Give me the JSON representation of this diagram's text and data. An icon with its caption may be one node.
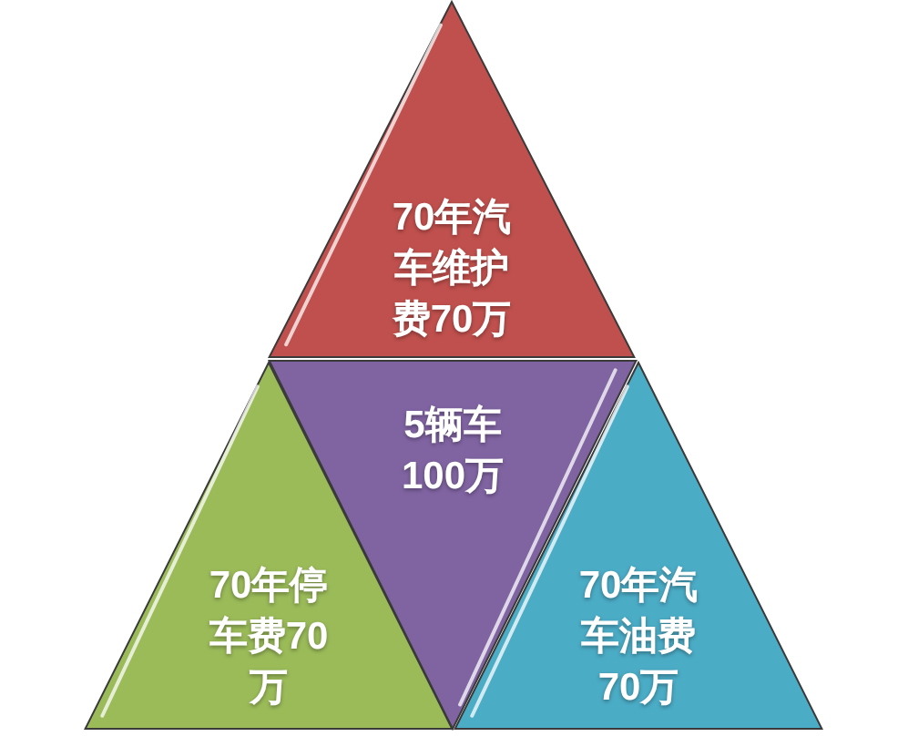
{
  "diagram": {
    "nodes": [
      {
        "text": [
          "70年汽车维护费70万"
        ]
      },
      {
        "text": [
          "70年停车费70万"
        ]
      },
      {
        "text": [
          "5辆车100万"
        ]
      },
      {
        "text": [
          "70年汽车油费70万"
        ]
      }
    ]
  }
}
